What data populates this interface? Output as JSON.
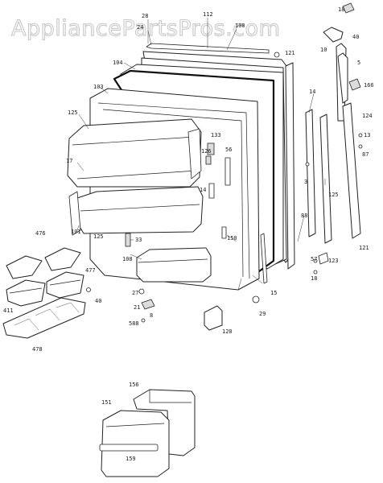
{
  "watermark": "AppliancePartsPros.com",
  "labels": {
    "n18": "18",
    "n112": "112",
    "n100": "100",
    "n28": "28",
    "n40a": "40",
    "n10a": "10",
    "n24": "24",
    "n121": "121",
    "n5": "5",
    "n104": "104",
    "n166": "166",
    "n103": "103",
    "n14a": "14",
    "n124": "124",
    "n13": "13",
    "n87": "87",
    "n125a": "125",
    "n133": "133",
    "n126": "126",
    "n56": "56",
    "n17": "17",
    "n3": "3",
    "n125b": "125",
    "n14b": "14",
    "n101": "101",
    "n125c": "125",
    "n88": "88",
    "n33": "33",
    "n150": "150",
    "n476": "476",
    "n477": "477",
    "n108": "108",
    "n57": "57",
    "n123": "123",
    "n121b": "121",
    "n18b": "18",
    "n411": "411",
    "n27": "27",
    "n15": "15",
    "n40b": "40",
    "n21": "21",
    "n29": "29",
    "n588": "588",
    "n8": "8",
    "n120": "120",
    "n478": "478",
    "n156": "156",
    "n151": "151",
    "n159": "159"
  }
}
